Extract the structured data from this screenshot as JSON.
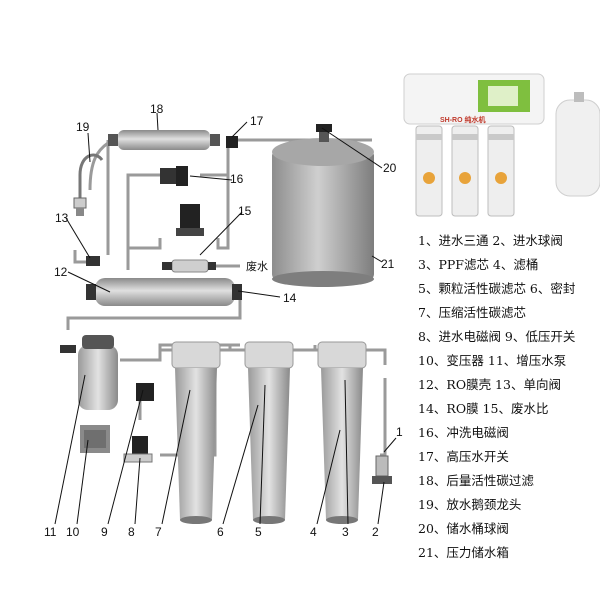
{
  "callouts": [
    "1",
    "2",
    "3",
    "4",
    "5",
    "6",
    "7",
    "8",
    "9",
    "10",
    "11",
    "12",
    "13",
    "14",
    "15",
    "16",
    "17",
    "18",
    "19",
    "20",
    "21"
  ],
  "inline_labels": {
    "waste_water": "废水"
  },
  "photo": {
    "unit_label": "SH-RO 纯水机"
  },
  "legend": [
    "1、进水三通  2、进水球阀",
    "3、PPF滤芯  4、滤桶",
    "5、颗粒活性碳滤芯  6、密封",
    "7、压缩活性碳滤芯",
    "8、进水电磁阀  9、低压开关",
    "10、变压器 11、增压水泵",
    "12、RO膜壳 13、单向阀",
    "14、RO膜  15、废水比",
    "16、冲洗电磁阀",
    "17、高压水开关",
    "18、后量活性碳过滤",
    "19、放水鹅颈龙头",
    "20、储水桶球阀",
    "21、压力储水箱"
  ],
  "colors": {
    "pipe": "#9a9a9a",
    "body": "#b8b8b8",
    "dark": "#222222",
    "accent": "#2e8b57"
  }
}
